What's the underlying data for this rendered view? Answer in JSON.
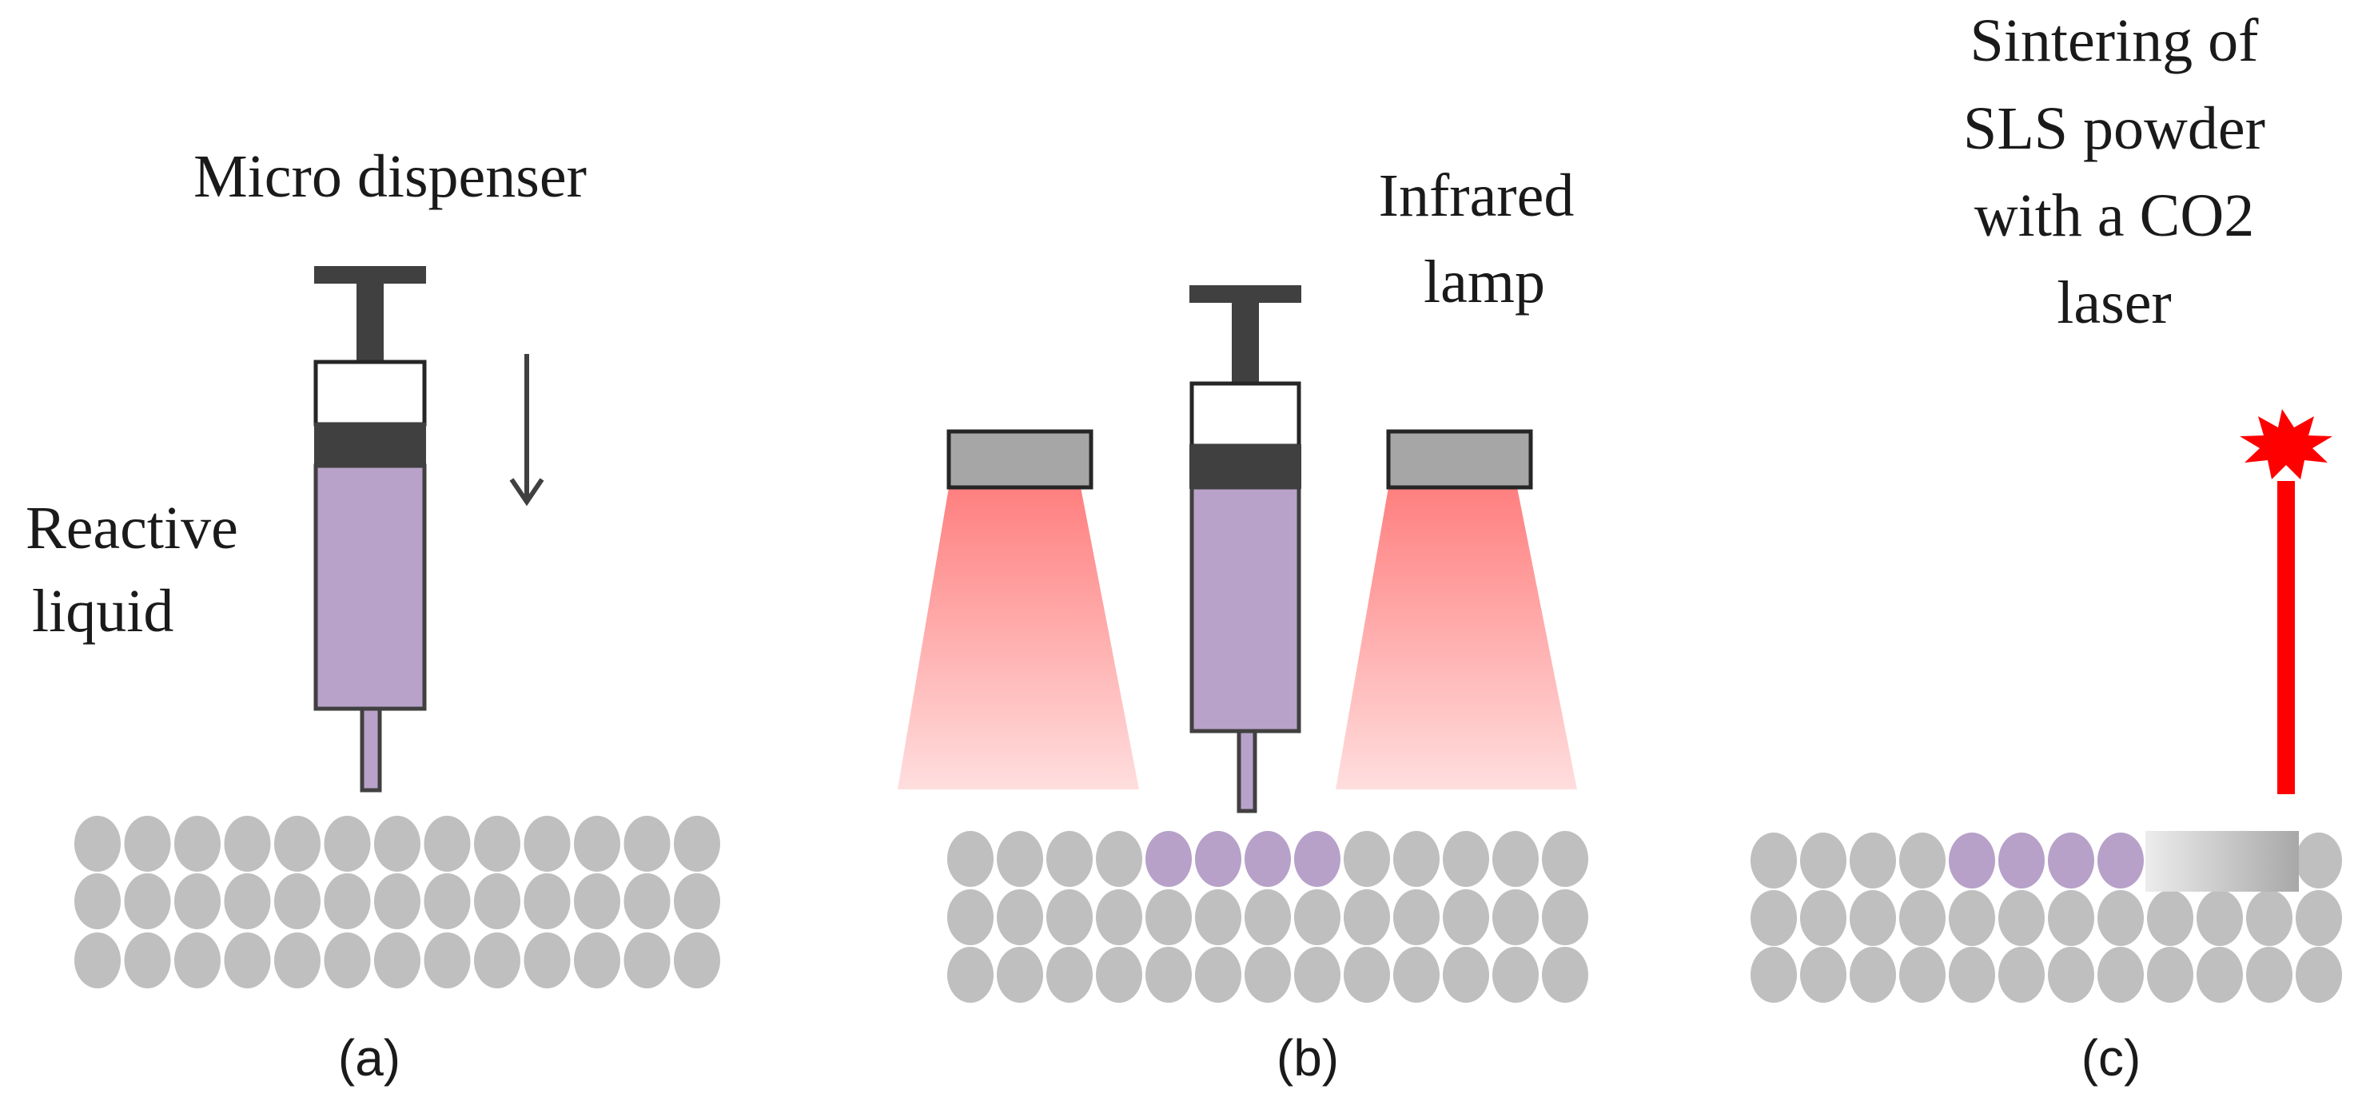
{
  "colors": {
    "particle": "#bfbfbf",
    "particle_infiltrated": "#b7a1c9",
    "liquid": "#b9a2c9",
    "plunger": "#404040",
    "lamp_housing": "#a6a6a6",
    "ir_glow_top": "#ff7f7f",
    "ir_glow_bottom": "#ffdede",
    "laser": "#ff0000",
    "sintered_start": "#ececec",
    "sintered_end": "#a8a8a8"
  },
  "icons": {
    "dispenser": "syringe-icon",
    "lamp": "infrared-lamp-icon",
    "laser": "laser-beam-icon",
    "laser_spark": "spark-icon",
    "direction": "arrow-down-icon"
  },
  "panel_a": {
    "label": "(a)",
    "title": "Micro dispenser",
    "liquid_label_line1": "Reactive",
    "liquid_label_line2": "liquid"
  },
  "panel_b": {
    "label": "(b)",
    "title_line1": "Infrared",
    "title_line2": "lamp"
  },
  "panel_c": {
    "label": "(c)",
    "title_line1": "Sintering of",
    "title_line2": "SLS powder",
    "title_line3": "with a CO2",
    "title_line4": "laser"
  }
}
